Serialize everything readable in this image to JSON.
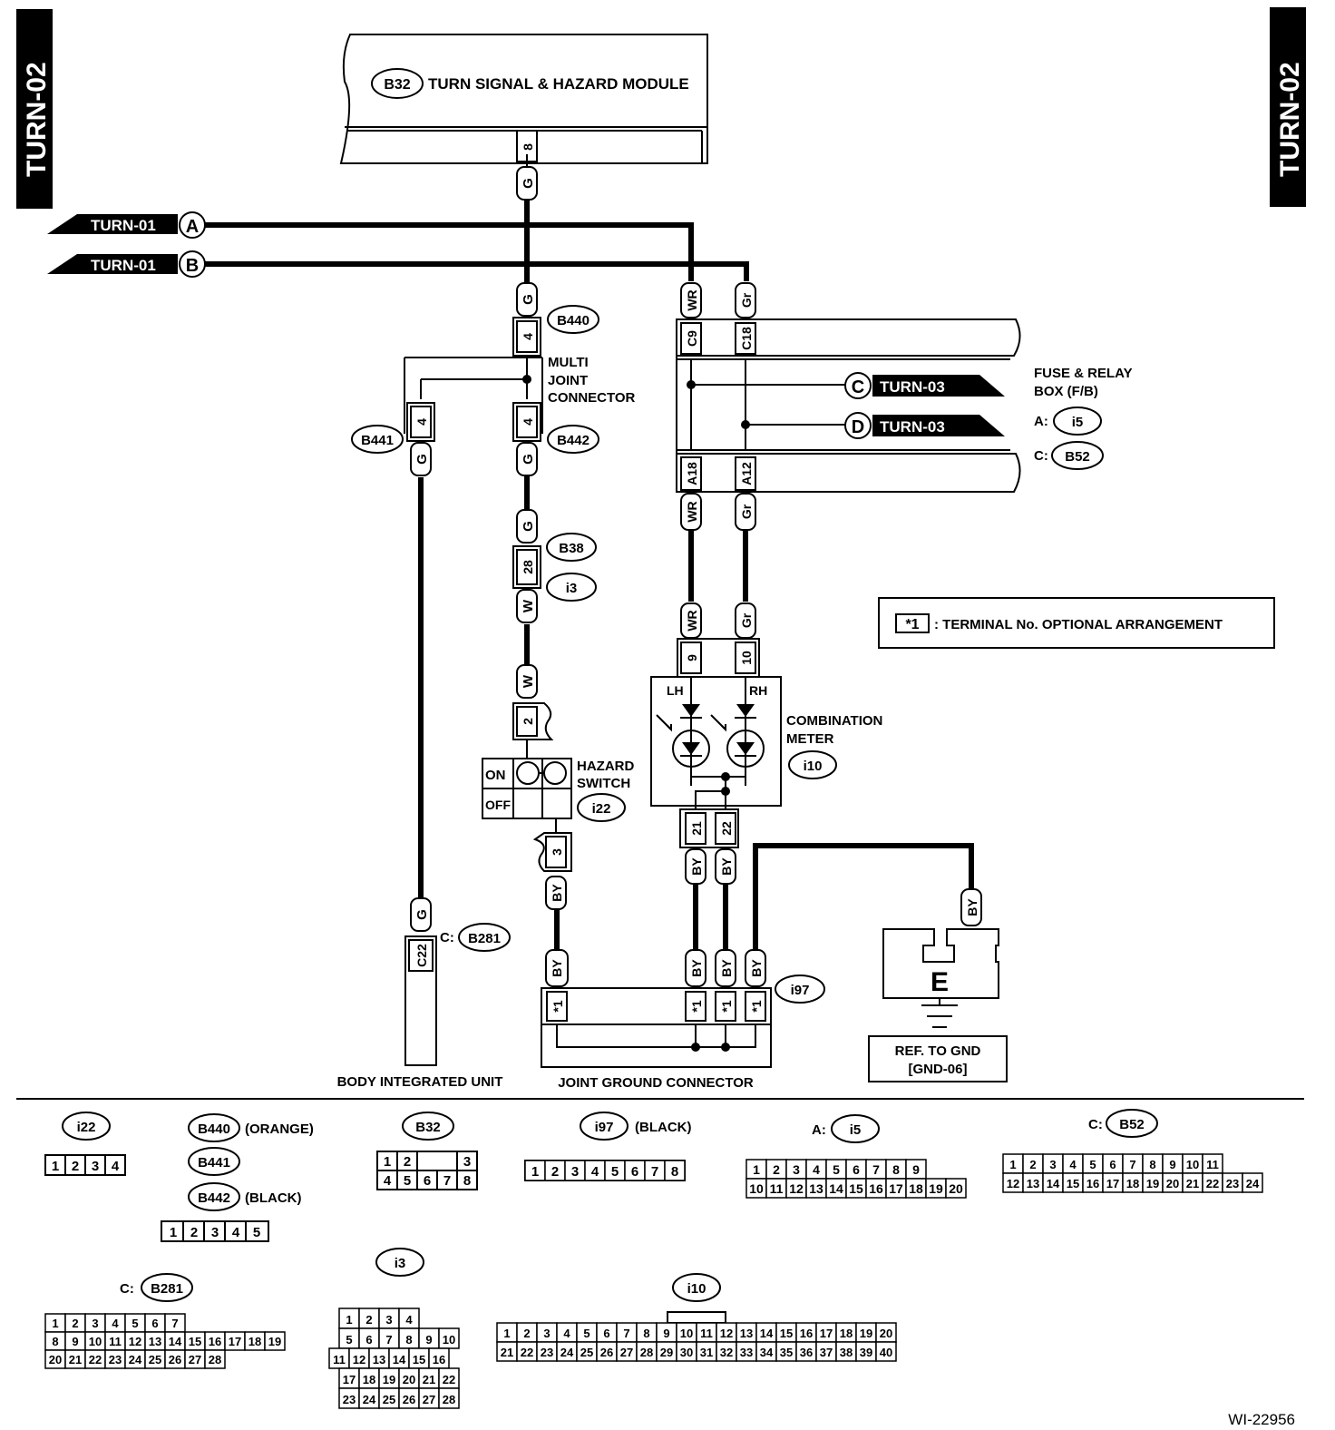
{
  "page_tag": "TURN-02",
  "drawing_number": "WI-22956",
  "module": {
    "connector": "B32",
    "name": "TURN SIGNAL & HAZARD MODULE",
    "pin": "8"
  },
  "inputs": [
    {
      "ref": "TURN-01",
      "letter": "A"
    },
    {
      "ref": "TURN-01",
      "letter": "B"
    }
  ],
  "multi_joint": {
    "connector_a": "B440",
    "connector_b": "B442",
    "connector_c": "B441",
    "label_1": "MULTI",
    "label_2": "JOINT",
    "label_3": "CONNECTOR",
    "pin": "4"
  },
  "fuse_box": {
    "label_1": "FUSE & RELAY",
    "label_2": "BOX (F/B)",
    "a_prefix": "A:",
    "a_conn": "i5",
    "c_prefix": "C:",
    "c_conn": "B52",
    "top_pins": [
      "C9",
      "C18"
    ],
    "bottom_pins": [
      "A18",
      "A12"
    ]
  },
  "outputs": [
    {
      "letter": "C",
      "ref": "TURN-03"
    },
    {
      "letter": "D",
      "ref": "TURN-03"
    }
  ],
  "wire_colors": {
    "g": "G",
    "wr": "WR",
    "gr": "Gr",
    "w": "W",
    "by": "BY"
  },
  "b38": {
    "conn_top": "B38",
    "conn_bottom": "i3",
    "pin": "28"
  },
  "hazard": {
    "label_1": "HAZARD",
    "label_2": "SWITCH",
    "conn": "i22",
    "on": "ON",
    "off": "OFF",
    "pin_top": "2",
    "pin_bottom": "3"
  },
  "meter": {
    "label_1": "COMBINATION",
    "label_2": "METER",
    "conn": "i10",
    "lh": "LH",
    "rh": "RH",
    "pins_top": [
      "9",
      "10"
    ],
    "pins_bottom": [
      "21",
      "22"
    ]
  },
  "note": {
    "mark": "*1",
    "text": ": TERMINAL No. OPTIONAL ARRANGEMENT"
  },
  "body_unit": {
    "label": "BODY INTEGRATED UNIT",
    "prefix": "C:",
    "conn": "B281",
    "pin": "C22"
  },
  "joint_ground": {
    "label": "JOINT GROUND CONNECTOR",
    "conn": "i97",
    "pin": "*1"
  },
  "ground": {
    "letter": "E",
    "ref_1": "REF. TO GND",
    "ref_2": "[GND-06]"
  },
  "connector_views": {
    "i22": {
      "name": "i22",
      "rows": [
        [
          "1",
          "2",
          "3",
          "4"
        ]
      ]
    },
    "b440": {
      "name": "B440",
      "note": "(ORANGE)"
    },
    "b441": {
      "name": "B441"
    },
    "b442": {
      "name": "B442",
      "note": "(BLACK)",
      "rows": [
        [
          "1",
          "2",
          "3",
          "4",
          "5"
        ]
      ]
    },
    "b32": {
      "name": "B32",
      "rows": [
        [
          "1",
          "2",
          "",
          "3"
        ],
        [
          "4",
          "5",
          "6",
          "7",
          "8"
        ]
      ]
    },
    "i97": {
      "name": "i97",
      "note": "(BLACK)",
      "rows": [
        [
          "1",
          "2",
          "3",
          "4",
          "5",
          "6",
          "7",
          "8"
        ]
      ]
    },
    "i5": {
      "prefix": "A:",
      "name": "i5",
      "rows": [
        [
          "1",
          "2",
          "3",
          "4",
          "5",
          "6",
          "7",
          "8",
          "9"
        ],
        [
          "10",
          "11",
          "12",
          "13",
          "14",
          "15",
          "16",
          "17",
          "18",
          "19",
          "20"
        ]
      ]
    },
    "b52": {
      "prefix": "C:",
      "name": "B52",
      "rows": [
        [
          "1",
          "2",
          "3",
          "4",
          "5",
          "6",
          "7",
          "8",
          "9",
          "10",
          "11"
        ],
        [
          "12",
          "13",
          "14",
          "15",
          "16",
          "17",
          "18",
          "19",
          "20",
          "21",
          "22",
          "23",
          "24"
        ]
      ]
    },
    "b281": {
      "prefix": "C:",
      "name": "B281",
      "rows": [
        [
          "1",
          "2",
          "3",
          "4",
          "5",
          "6",
          "7"
        ],
        [
          "8",
          "9",
          "10",
          "11",
          "12",
          "13",
          "14",
          "15",
          "16",
          "17",
          "18",
          "19"
        ],
        [
          "20",
          "21",
          "22",
          "23",
          "24",
          "25",
          "26",
          "27",
          "28"
        ]
      ]
    },
    "i3": {
      "name": "i3",
      "rows": [
        [
          "1",
          "2",
          "3",
          "4"
        ],
        [
          "5",
          "6",
          "7",
          "8",
          "9",
          "10"
        ],
        [
          "11",
          "12",
          "13",
          "14",
          "15",
          "16"
        ],
        [
          "17",
          "18",
          "19",
          "20",
          "21",
          "22"
        ],
        [
          "23",
          "24",
          "25",
          "26",
          "27",
          "28"
        ]
      ]
    },
    "i10": {
      "name": "i10",
      "rows": [
        [
          "1",
          "2",
          "3",
          "4",
          "5",
          "6",
          "7",
          "8",
          "9",
          "10",
          "11",
          "12",
          "13",
          "14",
          "15",
          "16",
          "17",
          "18",
          "19",
          "20"
        ],
        [
          "21",
          "22",
          "23",
          "24",
          "25",
          "26",
          "27",
          "28",
          "29",
          "30",
          "31",
          "32",
          "33",
          "34",
          "35",
          "36",
          "37",
          "38",
          "39",
          "40"
        ]
      ]
    }
  }
}
